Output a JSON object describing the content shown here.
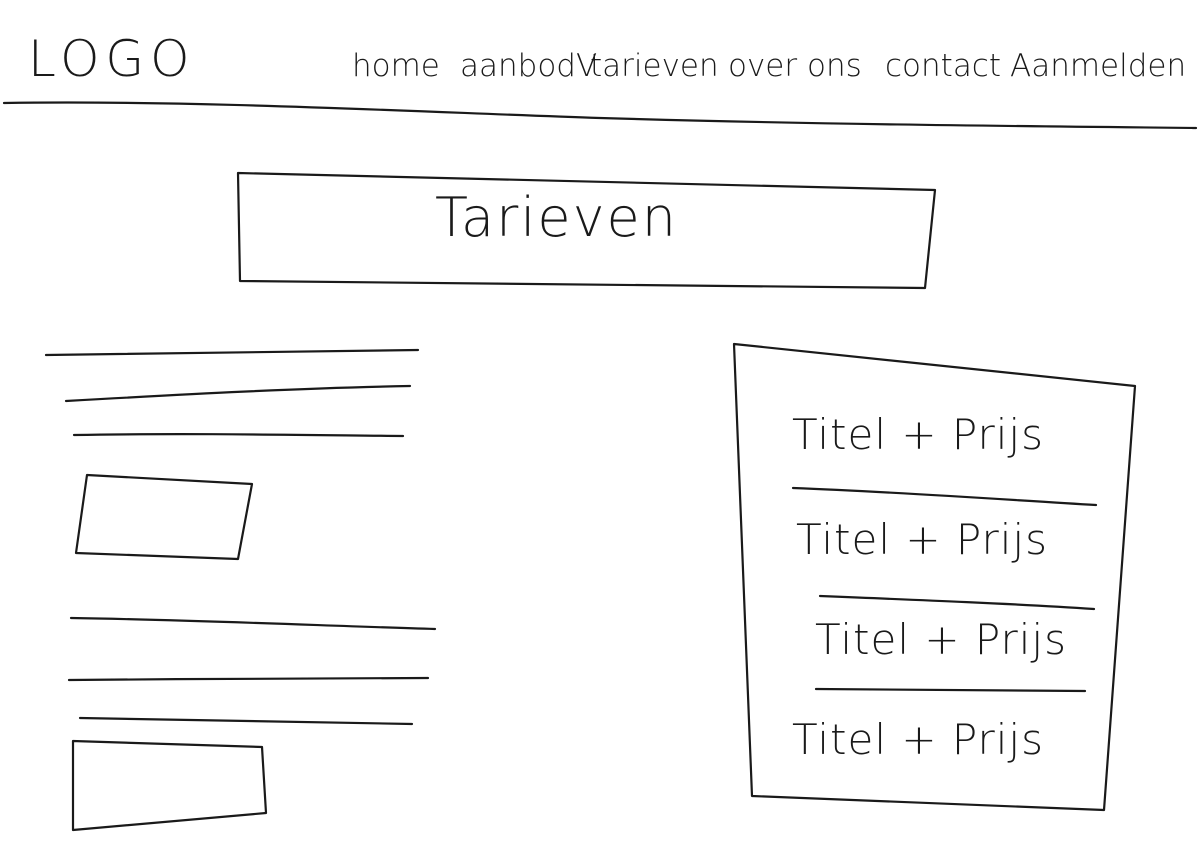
{
  "header": {
    "logo": "LOGO",
    "nav": {
      "home": "home",
      "aanbod": "aanbodV",
      "tarieven": "tarieven",
      "over_ons": "over ons",
      "contact": "contact",
      "aanmelden": "Aanmelden"
    }
  },
  "hero": {
    "title": "Tarieven"
  },
  "price_list": {
    "rows": [
      "Titel + Prijs",
      "Titel + Prijs",
      "Titel + Prijs",
      "Titel + Prijs"
    ]
  }
}
